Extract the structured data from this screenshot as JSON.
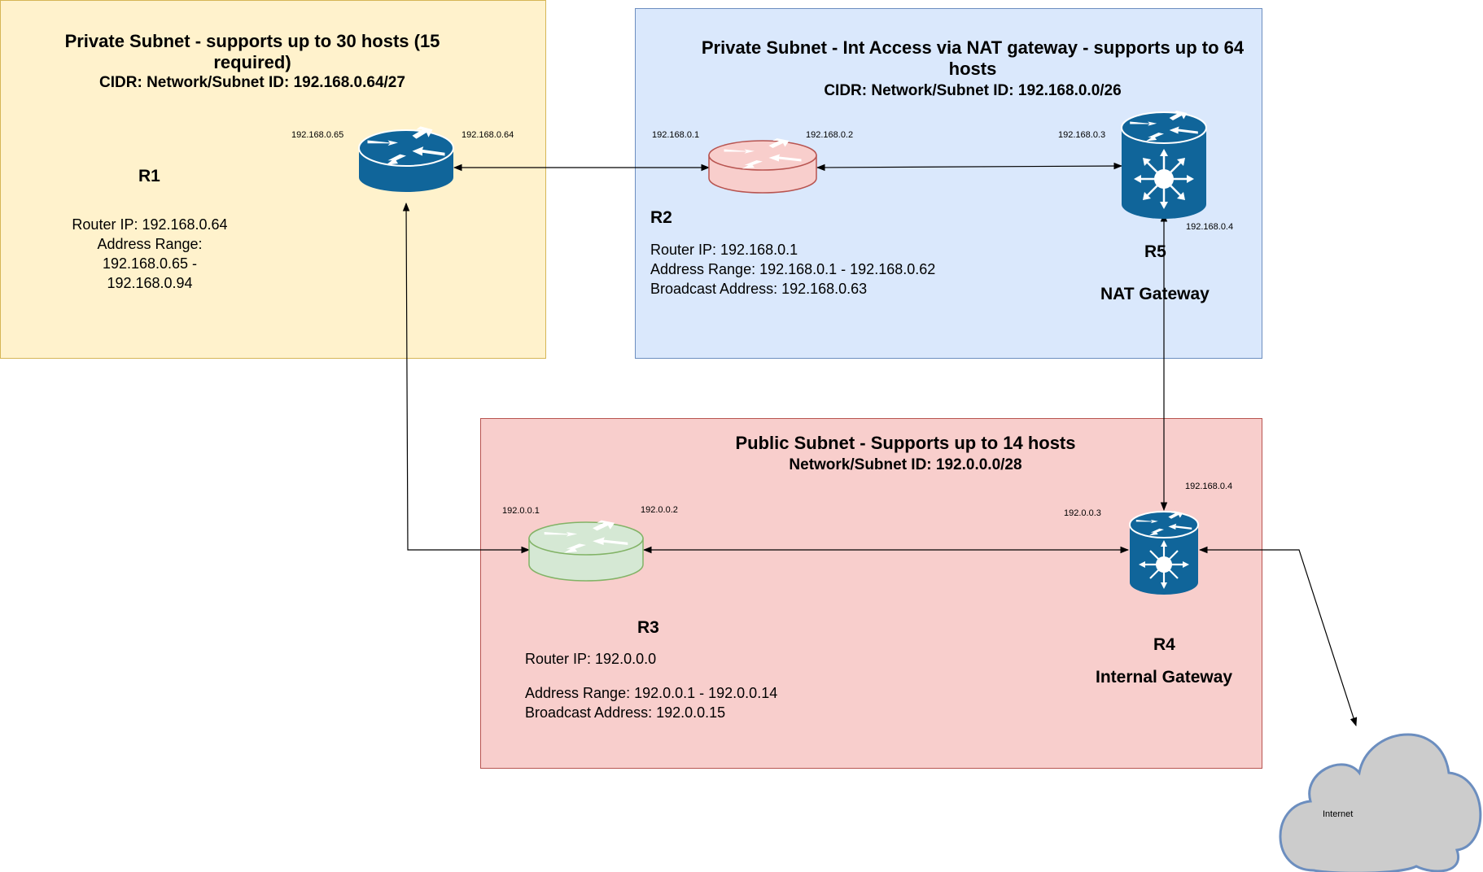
{
  "subnet_a": {
    "title_line1": "Private Subnet - supports up to 30 hosts (15",
    "title_line2": "required)",
    "cidr": "CIDR: Network/Subnet ID: 192.168.0.64/27",
    "router_name": "R1",
    "router_ip": "Router IP: 192.168.0.64",
    "range_label": "Address Range:",
    "range_start": "192.168.0.65 -",
    "range_end": "192.168.0.94",
    "ip_left": "192.168.0.65",
    "ip_right": "192.168.0.64"
  },
  "subnet_b": {
    "title_line1": "Private Subnet - Int Access via NAT gateway - supports up to 64",
    "title_line2": "hosts",
    "cidr": "CIDR: Network/Subnet ID: 192.168.0.0/26",
    "r2_name": "R2",
    "r2_ip_left": "192.168.0.1",
    "r2_ip_right": "192.168.0.2",
    "router_ip": "Router IP: 192.168.0.1",
    "address_range": "Address Range: 192.168.0.1 - 192.168.0.62",
    "broadcast": "Broadcast Address: 192.168.0.63",
    "r5_name": "R5",
    "r5_ip_left": "192.168.0.3",
    "r5_ip_bottom": "192.168.0.4",
    "r5_label": "NAT Gateway"
  },
  "subnet_c": {
    "title": "Public Subnet - Supports up to 14 hosts",
    "network_id": "Network/Subnet ID: 192.0.0.0/28",
    "r3_name": "R3",
    "r3_ip_left": "192.0.0.1",
    "r3_ip_right": "192.0.0.2",
    "router_ip": "Router IP: 192.0.0.0",
    "address_range": "Address Range: 192.0.0.1 - 192.0.0.14",
    "broadcast": "Broadcast Address: 192.0.0.15",
    "r4_name": "R4",
    "r4_ip_left": "192.0.0.3",
    "r4_ip_top": "192.168.0.4",
    "r4_label": "Internal Gateway"
  },
  "cloud": {
    "label": "Internet"
  },
  "colors": {
    "router_blue": "#10659a",
    "router_red": "#f8cecc",
    "router_green": "#d5e8d4"
  }
}
